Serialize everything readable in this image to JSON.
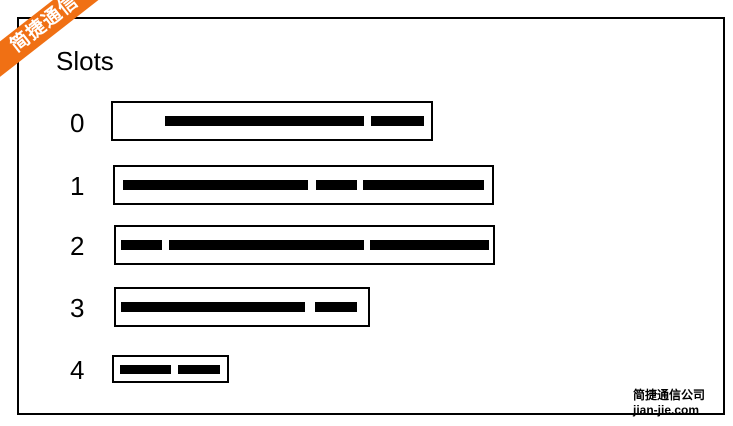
{
  "title": "Slots",
  "slots": [
    {
      "label": "0"
    },
    {
      "label": "1"
    },
    {
      "label": "2"
    },
    {
      "label": "3"
    },
    {
      "label": "4"
    }
  ],
  "watermark": {
    "ribbon": "简捷通信",
    "company": "简捷通信公司",
    "site": "jian-jie.com"
  }
}
